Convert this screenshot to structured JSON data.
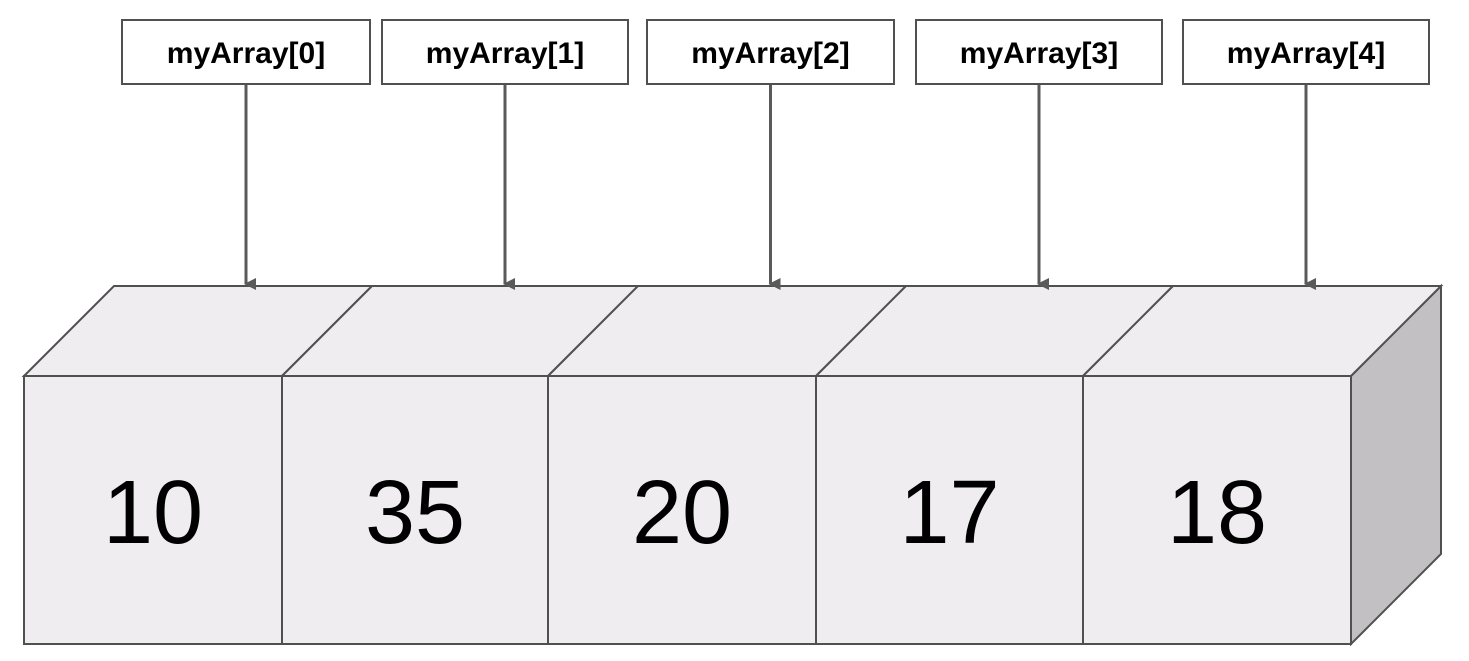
{
  "diagram": {
    "colors": {
      "background": "#ffffff",
      "front_face": "#efedf0",
      "top_face": "#efedf0",
      "side_face": "#c2c0c3",
      "stroke": "#505050",
      "arrow": "#5a5a5a",
      "text": "#000000"
    },
    "cells": [
      {
        "index_label": "myArray[0]",
        "value": "10"
      },
      {
        "index_label": "myArray[1]",
        "value": "35"
      },
      {
        "index_label": "myArray[2]",
        "value": "20"
      },
      {
        "index_label": "myArray[3]",
        "value": "17"
      },
      {
        "index_label": "myArray[4]",
        "value": "18"
      }
    ]
  }
}
